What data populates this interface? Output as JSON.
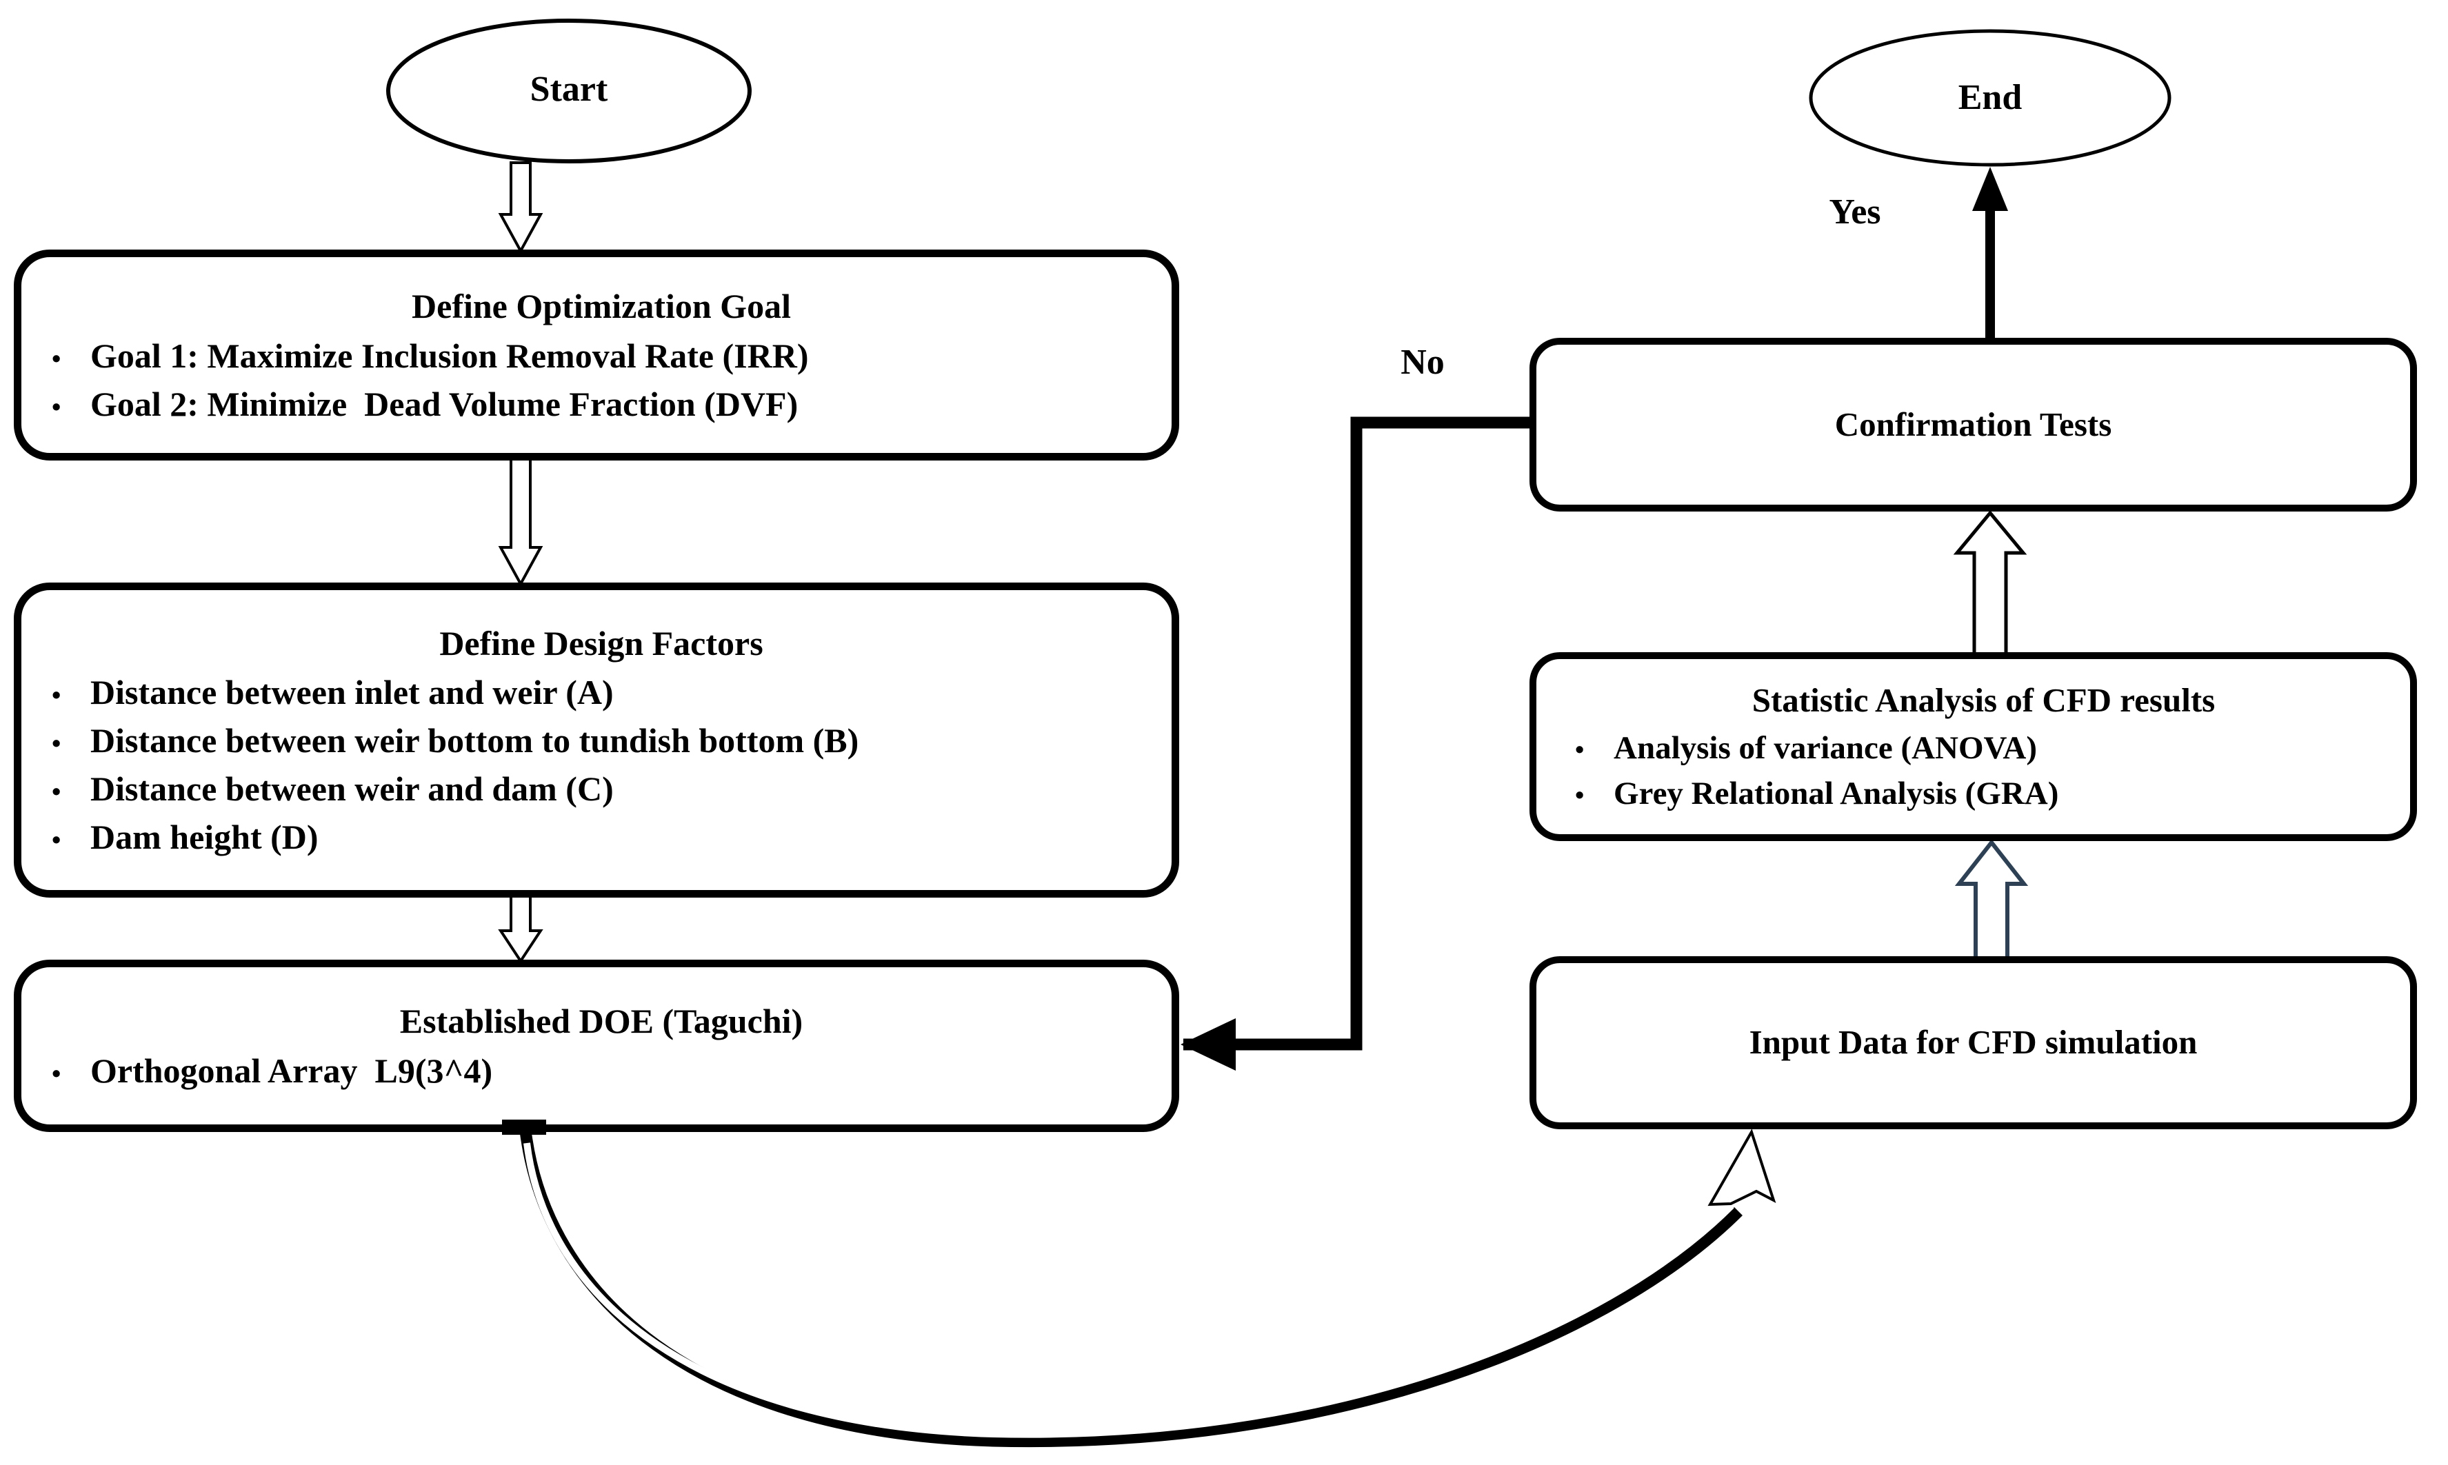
{
  "ui": {
    "bullet_glyph": "•",
    "ink_color": "#000000",
    "navy_arrow_color": "#2E4053",
    "background": "#ffffff"
  },
  "terminators": {
    "start": "Start",
    "end": "End"
  },
  "edge_labels": {
    "yes": "Yes",
    "no": "No"
  },
  "left_column": {
    "goal_box": {
      "title": "Define Optimization Goal",
      "bullets": [
        "Goal 1: Maximize Inclusion Removal Rate (IRR)",
        "Goal 2: Minimize  Dead Volume Fraction (DVF)"
      ]
    },
    "factors_box": {
      "title": "Define Design Factors",
      "bullets": [
        "Distance between inlet and weir (A)",
        "Distance between weir bottom to tundish bottom (B)",
        "Distance between weir and dam (C)",
        "Dam height (D)"
      ]
    },
    "doe_box": {
      "title": "Established DOE (Taguchi)",
      "bullets": [
        "Orthogonal Array  L9(3^4)"
      ]
    }
  },
  "right_column": {
    "confirmation_box": {
      "title": "Confirmation Tests"
    },
    "stat_box": {
      "title": "Statistic Analysis of CFD results",
      "bullets": [
        "Analysis of variance (ANOVA)",
        "Grey Relational Analysis (GRA)"
      ]
    },
    "input_box": {
      "title": "Input Data for CFD simulation"
    }
  }
}
